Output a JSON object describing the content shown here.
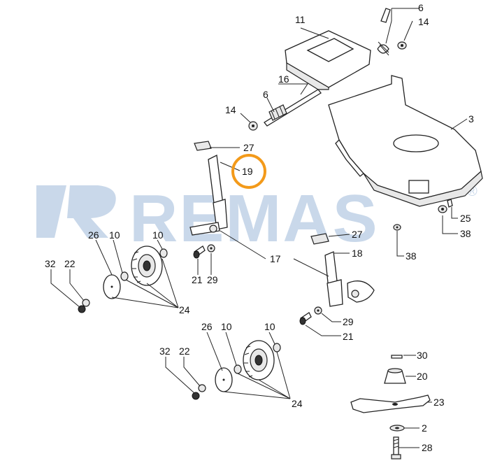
{
  "watermark": {
    "text": "REMAS",
    "registered": "®",
    "color": "#c9d8ea"
  },
  "highlight": {
    "label": "19",
    "ring_color": "#f39a1a"
  },
  "callouts": [
    {
      "id": "c11",
      "label": "11"
    },
    {
      "id": "c6a",
      "label": "6"
    },
    {
      "id": "c14a",
      "label": "14"
    },
    {
      "id": "c16",
      "label": "16"
    },
    {
      "id": "c6b",
      "label": "6"
    },
    {
      "id": "c14b",
      "label": "14"
    },
    {
      "id": "c3",
      "label": "3"
    },
    {
      "id": "c27a",
      "label": "27"
    },
    {
      "id": "c19",
      "label": "19"
    },
    {
      "id": "c25",
      "label": "25"
    },
    {
      "id": "c38a",
      "label": "38"
    },
    {
      "id": "c38b",
      "label": "38"
    },
    {
      "id": "c26a",
      "label": "26"
    },
    {
      "id": "c10a",
      "label": "10"
    },
    {
      "id": "c10b",
      "label": "10"
    },
    {
      "id": "c27b",
      "label": "27"
    },
    {
      "id": "c18",
      "label": "18"
    },
    {
      "id": "c17",
      "label": "17"
    },
    {
      "id": "c32a",
      "label": "32"
    },
    {
      "id": "c22a",
      "label": "22"
    },
    {
      "id": "c21a",
      "label": "21"
    },
    {
      "id": "c29a",
      "label": "29"
    },
    {
      "id": "c24a",
      "label": "24"
    },
    {
      "id": "c29b",
      "label": "29"
    },
    {
      "id": "c21b",
      "label": "21"
    },
    {
      "id": "c26b",
      "label": "26"
    },
    {
      "id": "c10c",
      "label": "10"
    },
    {
      "id": "c10d",
      "label": "10"
    },
    {
      "id": "c32b",
      "label": "32"
    },
    {
      "id": "c22b",
      "label": "22"
    },
    {
      "id": "c30",
      "label": "30"
    },
    {
      "id": "c20",
      "label": "20"
    },
    {
      "id": "c23",
      "label": "23"
    },
    {
      "id": "c24b",
      "label": "24"
    },
    {
      "id": "c2",
      "label": "2"
    },
    {
      "id": "c28",
      "label": "28"
    }
  ]
}
